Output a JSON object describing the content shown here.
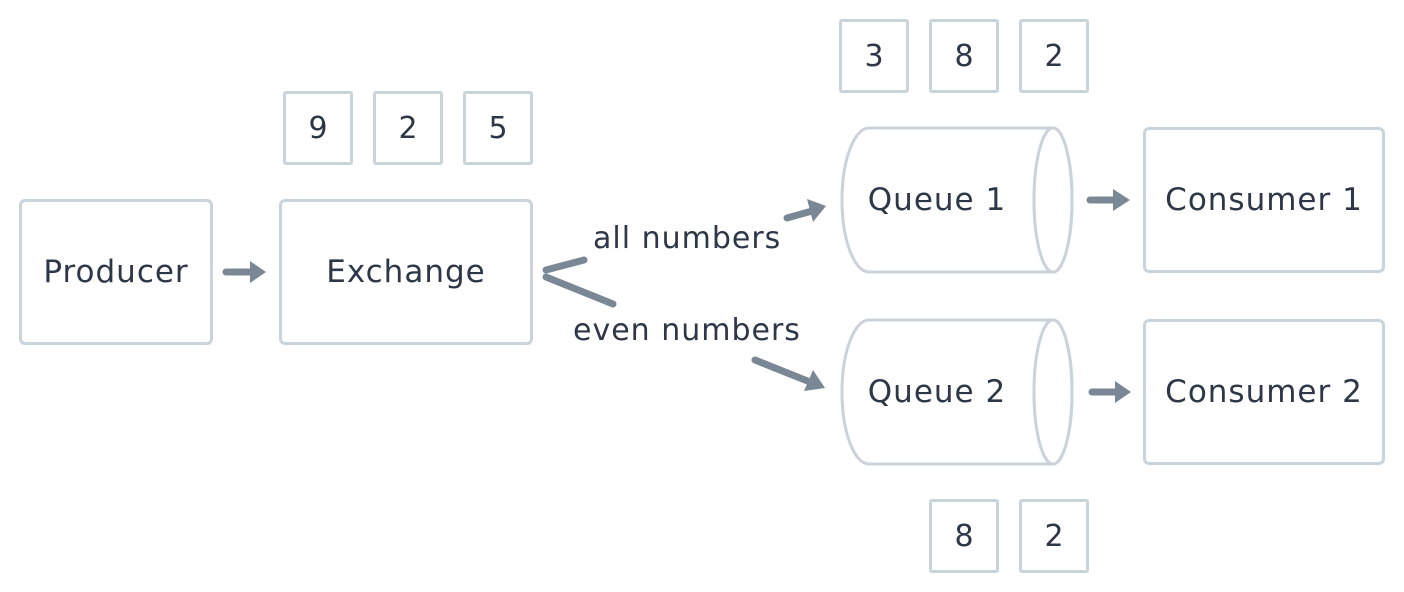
{
  "nodes": {
    "producer": "Producer",
    "exchange": "Exchange",
    "queue_1": "Queue 1",
    "queue_2": "Queue 2",
    "consumer_1": "Consumer 1",
    "consumer_2": "Consumer 2"
  },
  "edge_labels": {
    "all_numbers": "all numbers",
    "even_numbers": "even numbers"
  },
  "messages": {
    "exchange": [
      "9",
      "2",
      "5"
    ],
    "queue_1": [
      "3",
      "8",
      "2"
    ],
    "queue_2": [
      "8",
      "2"
    ]
  },
  "colors": {
    "border": "#c9d3dc",
    "arrow": "#7a8896",
    "text": "#2d3748"
  }
}
